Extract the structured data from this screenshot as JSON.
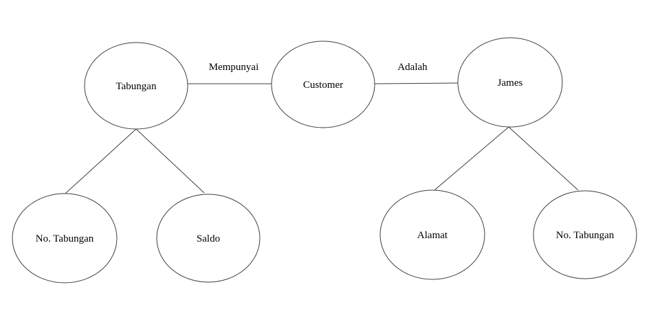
{
  "diagram": {
    "type": "semantic-network",
    "nodes": [
      {
        "id": "tabungan",
        "label": "Tabungan"
      },
      {
        "id": "customer",
        "label": "Customer"
      },
      {
        "id": "james",
        "label": "James"
      },
      {
        "id": "no-tabungan-left",
        "label": "No. Tabungan"
      },
      {
        "id": "saldo",
        "label": "Saldo"
      },
      {
        "id": "alamat",
        "label": "Alamat"
      },
      {
        "id": "no-tabungan-right",
        "label": "No. Tabungan"
      }
    ],
    "edges": [
      {
        "from": "tabungan",
        "to": "customer",
        "label": "Mempunyai"
      },
      {
        "from": "customer",
        "to": "james",
        "label": "Adalah"
      },
      {
        "from": "tabungan",
        "to": "no-tabungan-left",
        "label": ""
      },
      {
        "from": "tabungan",
        "to": "saldo",
        "label": ""
      },
      {
        "from": "james",
        "to": "alamat",
        "label": ""
      },
      {
        "from": "james",
        "to": "no-tabungan-right",
        "label": ""
      }
    ],
    "colors": {
      "stroke": "#3d3d3d",
      "text": "#000000",
      "background": "#ffffff"
    }
  }
}
